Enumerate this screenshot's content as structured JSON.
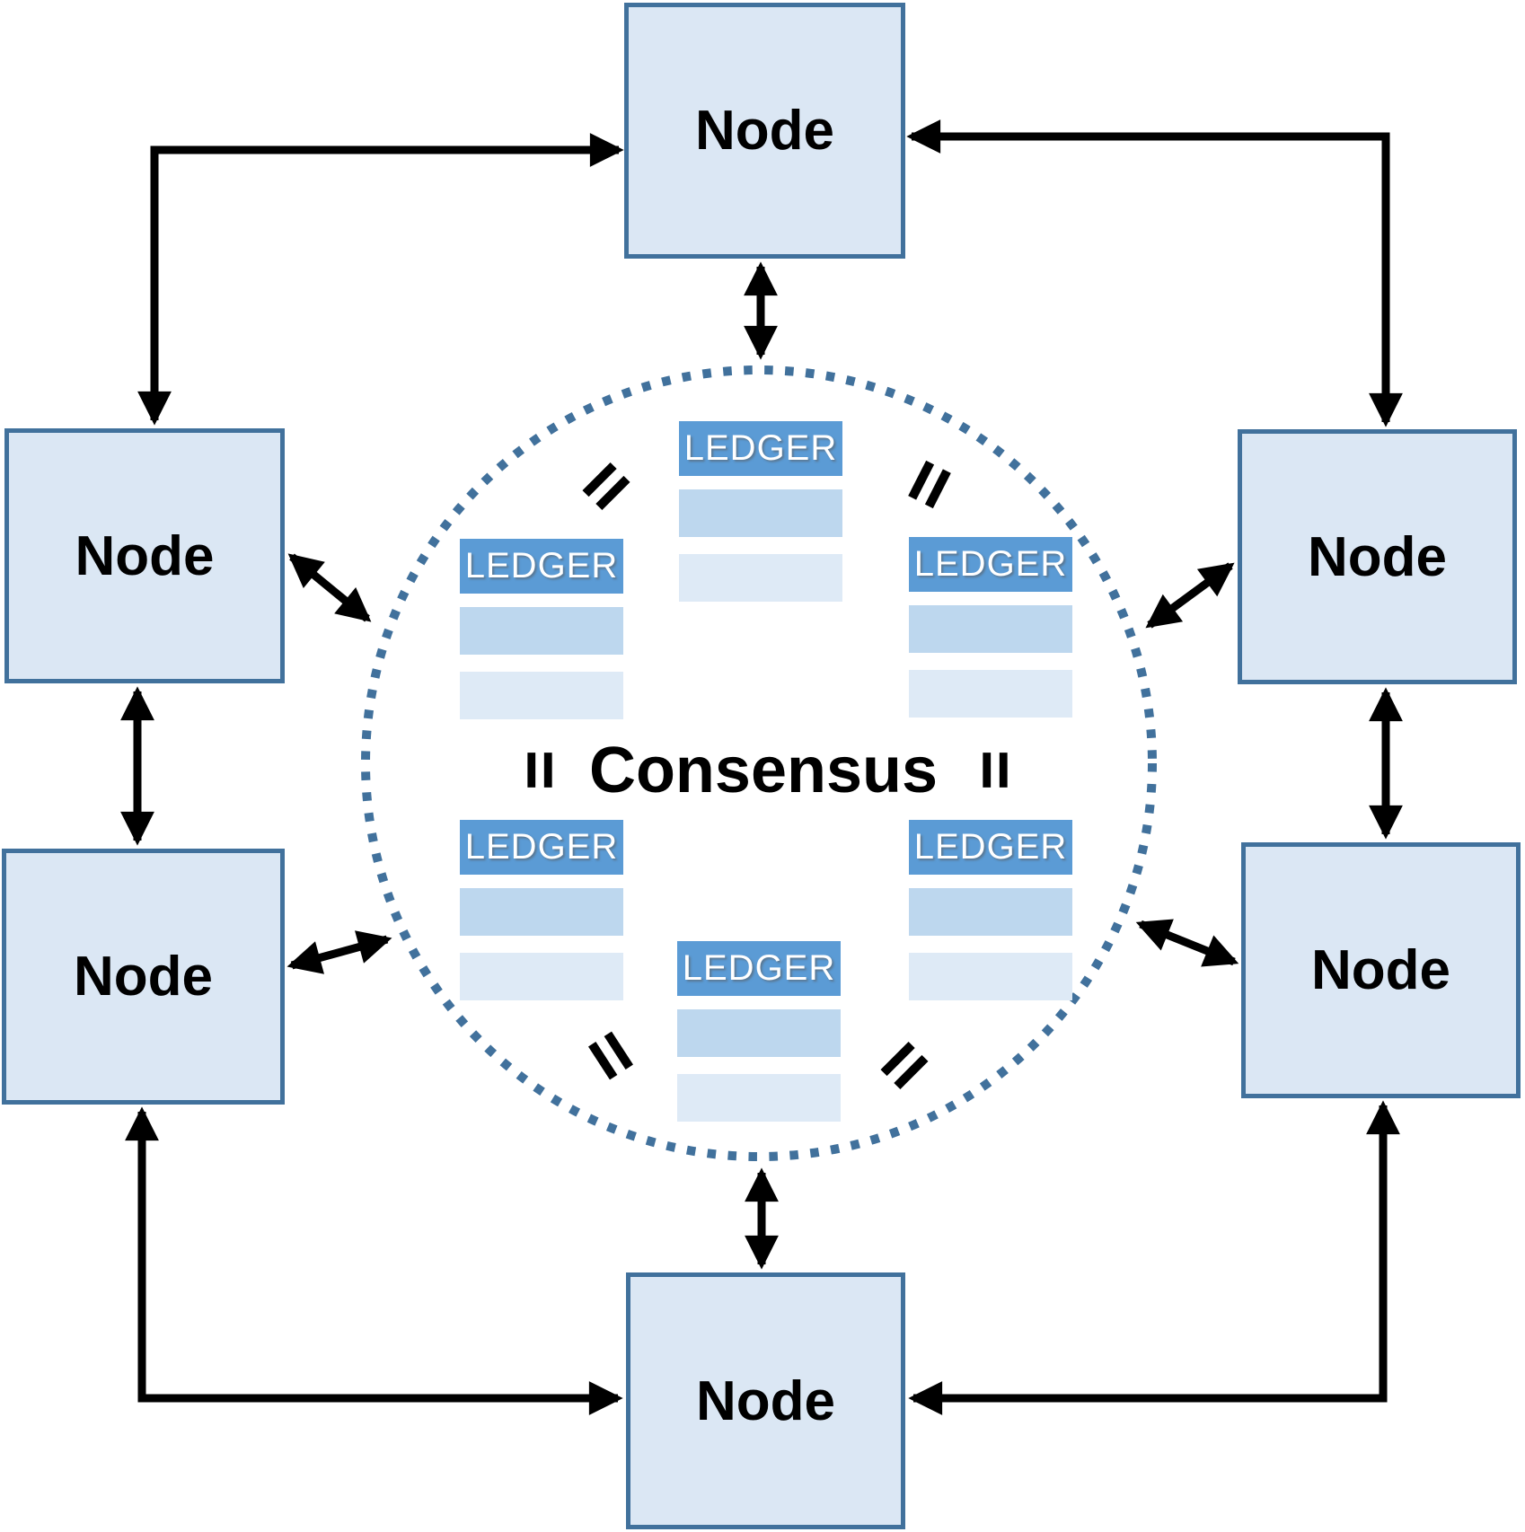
{
  "diagram": {
    "type": "blockchain-consensus-network",
    "consensus": {
      "label": "Consensus"
    },
    "nodes": [
      {
        "id": "top",
        "label": "Node"
      },
      {
        "id": "left-upper",
        "label": "Node"
      },
      {
        "id": "right-upper",
        "label": "Node"
      },
      {
        "id": "left-lower",
        "label": "Node"
      },
      {
        "id": "right-lower",
        "label": "Node"
      },
      {
        "id": "bottom",
        "label": "Node"
      }
    ],
    "ledgers": [
      {
        "id": "top-center",
        "title": "LEDGER",
        "rows": 2
      },
      {
        "id": "upper-left",
        "title": "LEDGER",
        "rows": 2
      },
      {
        "id": "upper-right",
        "title": "LEDGER",
        "rows": 2
      },
      {
        "id": "lower-left",
        "title": "LEDGER",
        "rows": 2
      },
      {
        "id": "lower-right",
        "title": "LEDGER",
        "rows": 2
      },
      {
        "id": "bottom-center",
        "title": "LEDGER",
        "rows": 2
      }
    ],
    "equals_marks": 6,
    "connectors": {
      "double_headed": true,
      "count": 12
    }
  },
  "colors": {
    "node_fill": "#dbe7f4",
    "node_border": "#41719c",
    "ledger_header": "#5b9bd5",
    "ledger_row1": "#bdd7ee",
    "ledger_row2": "#deeaf6",
    "circle_dot": "#41719c",
    "arrow": "#000000",
    "text": "#000000"
  }
}
